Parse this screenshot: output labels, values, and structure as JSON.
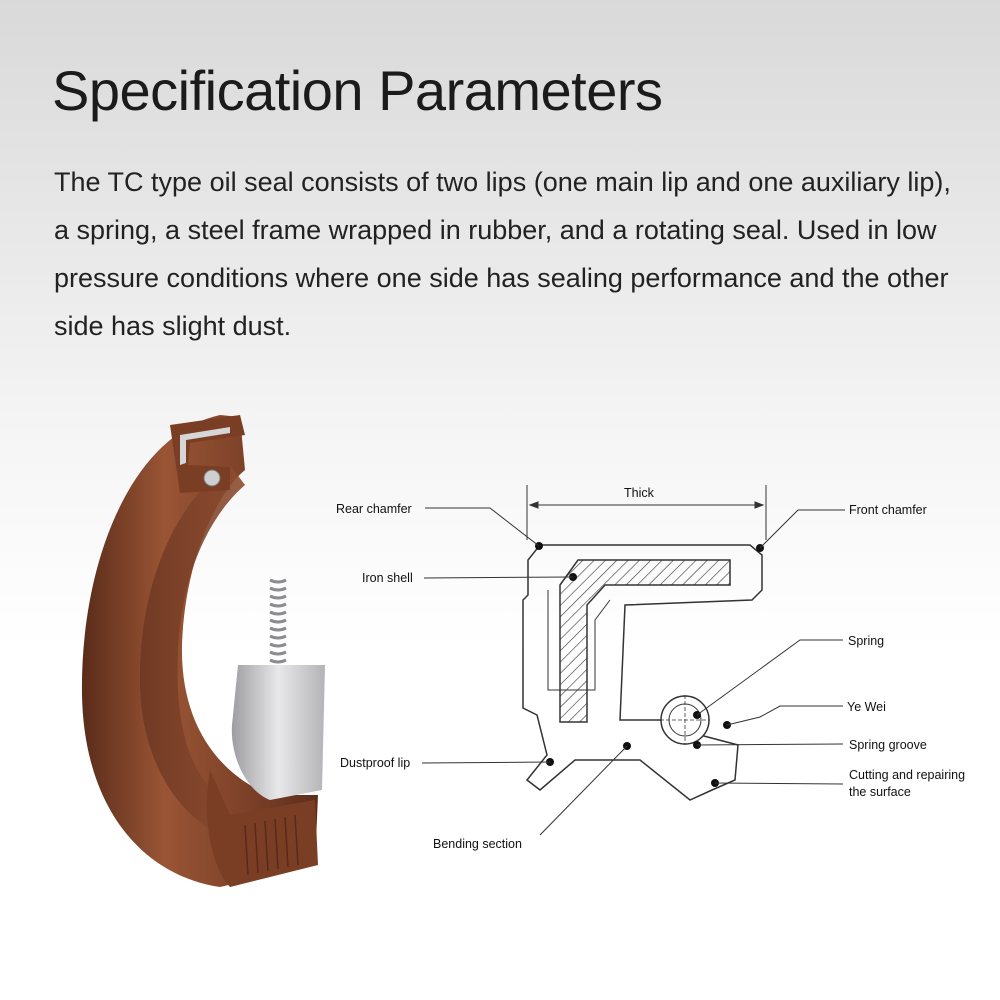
{
  "header": {
    "title": "Specification Parameters",
    "description": "The TC type oil seal consists of two lips (one main lip and one auxiliary lip), a spring, a steel frame wrapped in rubber, and a rotating seal. Used in low pressure conditions where one side has sealing performance and the other side has slight dust."
  },
  "diagram": {
    "labels": {
      "thick": "Thick",
      "rear_chamfer": "Rear chamfer",
      "front_chamfer": "Front chamfer",
      "iron_shell": "Iron shell",
      "spring": "Spring",
      "ye_wei": "Ye Wei",
      "spring_groove": "Spring groove",
      "dustproof_lip": "Dustproof lip",
      "cutting_line1": "Cutting and repairing",
      "cutting_line2": "the surface",
      "bending_section": "Bending section"
    }
  },
  "colors": {
    "rubber": "#8a4a2e",
    "rubber_dark": "#5e2e1c",
    "metal": "#c9c9cc",
    "line": "#333333"
  }
}
